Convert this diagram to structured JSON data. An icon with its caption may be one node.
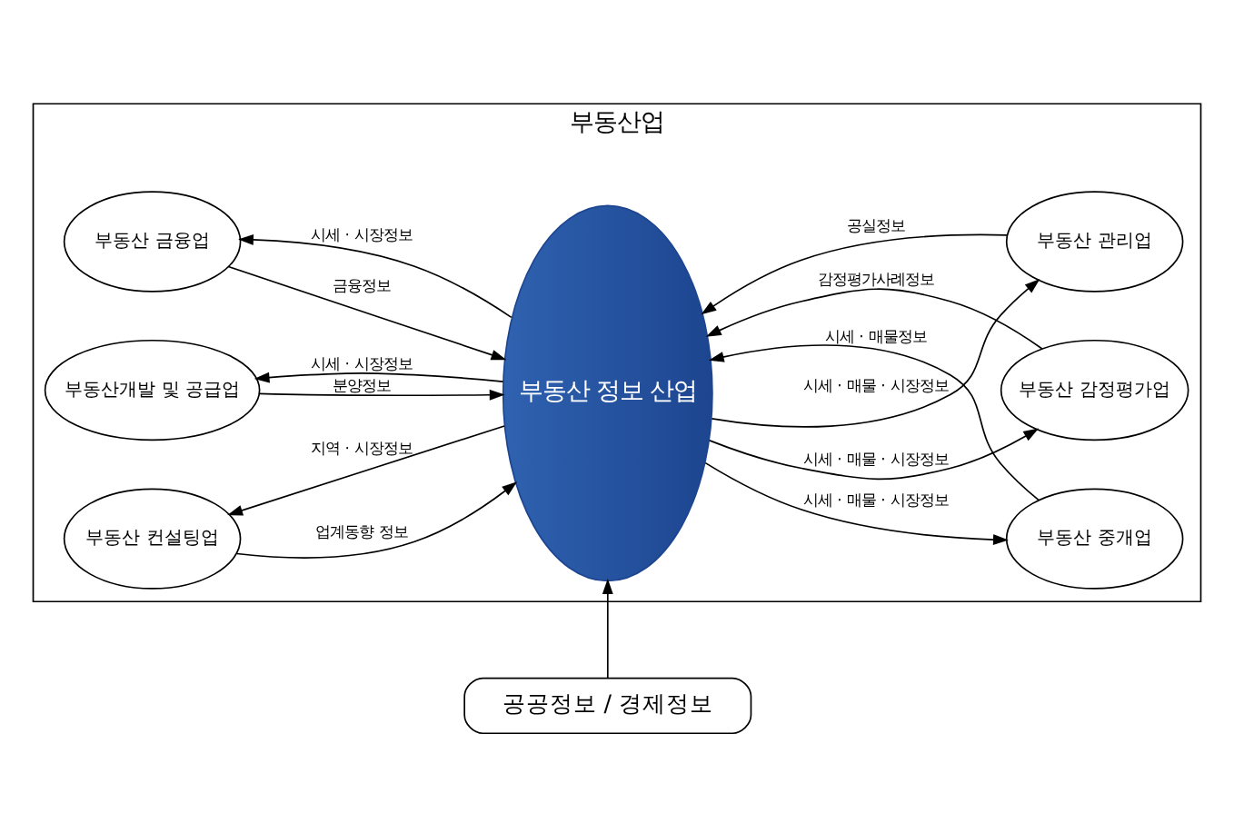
{
  "diagram": {
    "nodes": [
      {
        "text": [
          "부동산업"
        ]
      },
      {
        "text": [
          "부동산 금융업"
        ],
        "in": 0
      },
      {
        "text": [
          "부동산 정보 산업"
        ],
        "in": 0
      },
      {
        "text": [
          "부동산 중개업"
        ],
        "in": 0
      },
      {
        "text": [
          "부동산개발 및 공급업"
        ],
        "in": 0
      },
      {
        "text": [
          "부동산 감정평가업"
        ],
        "in": 0
      },
      {
        "text": [
          "부동산 컨설팅업"
        ],
        "in": 0
      },
      {
        "text": [
          "부동산 관리업"
        ],
        "in": 0
      },
      {
        "text": [
          "공공정보 / 경제정보"
        ]
      }
    ],
    "edges": [
      {
        "from": 1,
        "to": 2,
        "arrow": "to",
        "label": "금융정보"
      },
      {
        "from": 2,
        "to": 1,
        "arrow": "to",
        "label": "시세 · 시장정보"
      },
      {
        "from": 2,
        "to": 3,
        "arrow": "to",
        "label": "시세 · 매물 · 시장정보"
      },
      {
        "from": 3,
        "to": 2,
        "arrow": "to",
        "label": "시세 · 매물정보"
      },
      {
        "from": 4,
        "to": 2,
        "arrow": "to",
        "label": "분양정보"
      },
      {
        "from": 2,
        "to": 4,
        "arrow": "to",
        "label": "시세 · 시장정보"
      },
      {
        "from": 2,
        "to": 5,
        "arrow": "to",
        "label": "시세 · 매물 · 시장정보"
      },
      {
        "from": 5,
        "to": 2,
        "arrow": "to",
        "label": "감정평가사례정보"
      },
      {
        "from": 6,
        "to": 2,
        "arrow": "to",
        "label": "업계동향 정보"
      },
      {
        "from": 2,
        "to": 6,
        "arrow": "to",
        "label": "지역 · 시장정보"
      },
      {
        "from": 2,
        "to": 7,
        "arrow": "to",
        "label": "시세 · 매물 · 시장정보"
      },
      {
        "from": 7,
        "to": 2,
        "arrow": "to",
        "label": "공실정보"
      },
      {
        "from": 8,
        "to": 2,
        "arrow": "to"
      }
    ]
  }
}
